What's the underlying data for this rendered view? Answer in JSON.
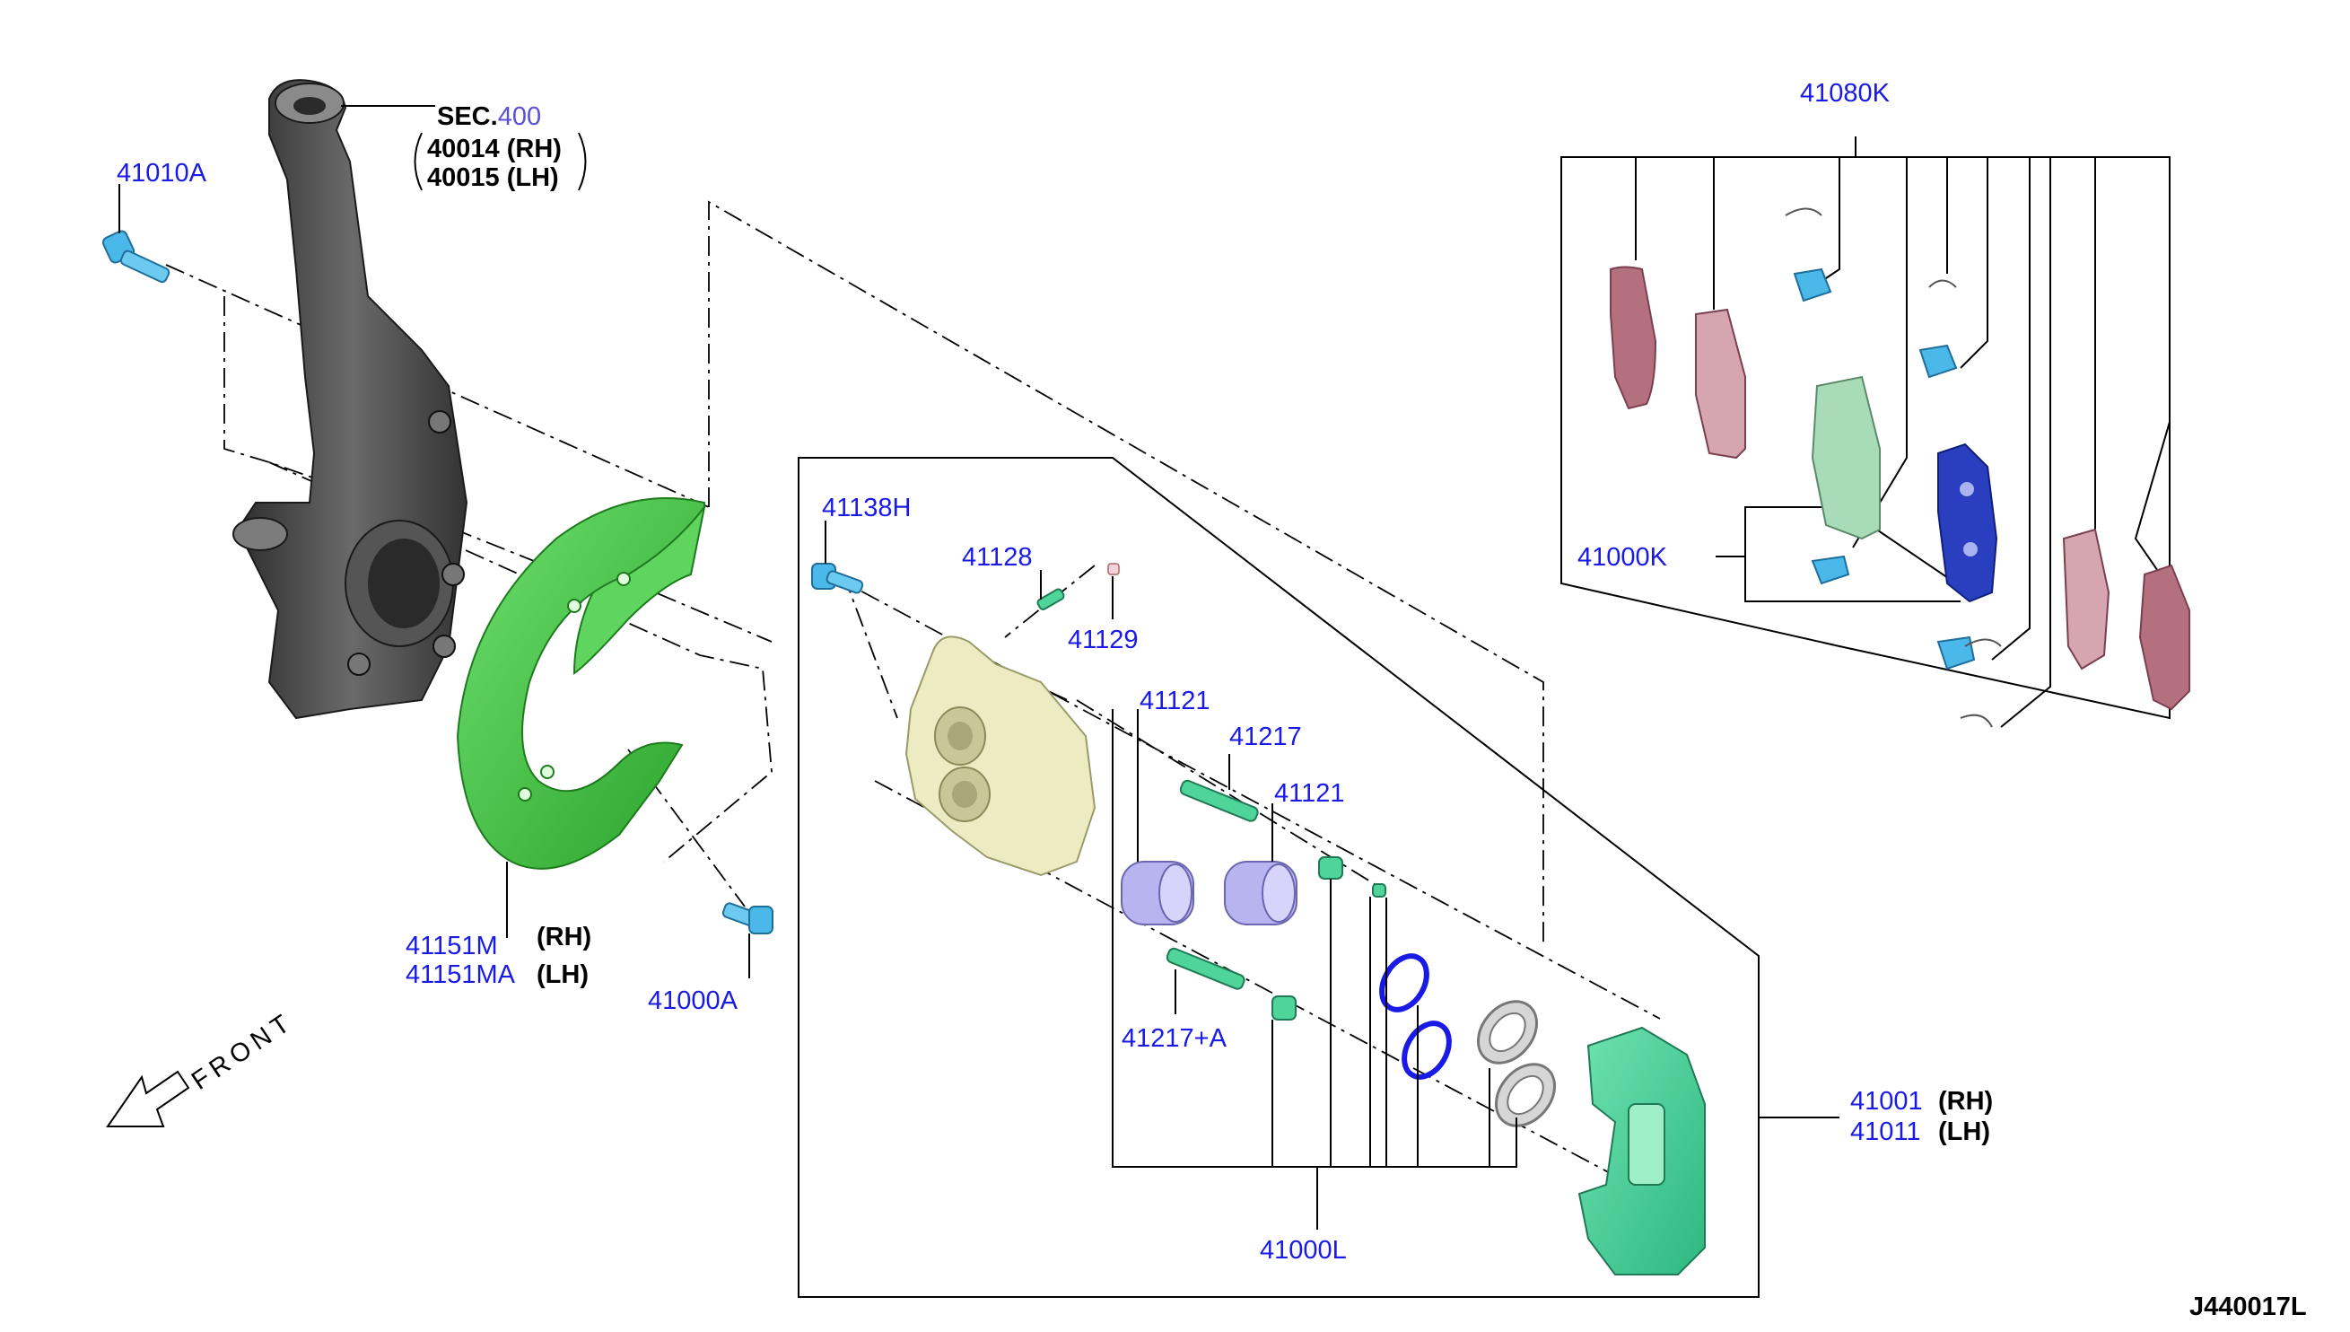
{
  "diagram_code": "J440017L",
  "front_label": "FRONT",
  "knuckle": {
    "sec_prefix": "SEC.",
    "sec_number": "400",
    "rh_part": "40014",
    "lh_part": "40015",
    "rh_suffix": "(RH)",
    "lh_suffix": "(LH)"
  },
  "labels": {
    "bolt_knuckle": "41010A",
    "shield_rh": "41151M",
    "shield_lh": "41151MA",
    "rh": "(RH)",
    "lh": "(LH)",
    "shield_bolt": "41000A",
    "caliper_bolt": "41138H",
    "bleeder": "41128",
    "bleeder_cap": "41129",
    "piston_a": "41121",
    "piston_b": "41121",
    "pin": "41217",
    "pin_a": "41217+A",
    "seal_kit": "41000L",
    "caliper_rh": "41001",
    "caliper_lh": "41011",
    "pad_hardware": "41080K",
    "pad_kit": "41000K"
  },
  "colors": {
    "part_number": "#1a1ae6",
    "knuckle": "#4a4a4a",
    "shield": "#3cc43c",
    "caliper_body": "#e6e6b8",
    "piston": "#b7b4f0",
    "bracket": "#4fd49a",
    "pad": "#b5707f",
    "pad_blue": "#2a3fc0",
    "pad_green": "#a8dcb8",
    "clip": "#4ab8e8"
  }
}
